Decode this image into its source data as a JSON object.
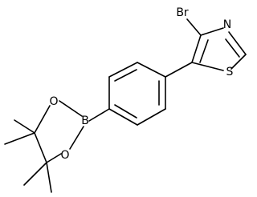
{
  "molecule": {
    "atoms": {
      "bromine": "Br",
      "thiazole_nitrogen": "N",
      "thiazole_sulfur": "S",
      "boron": "B",
      "oxygen_upper": "O",
      "oxygen_lower": "O"
    }
  }
}
